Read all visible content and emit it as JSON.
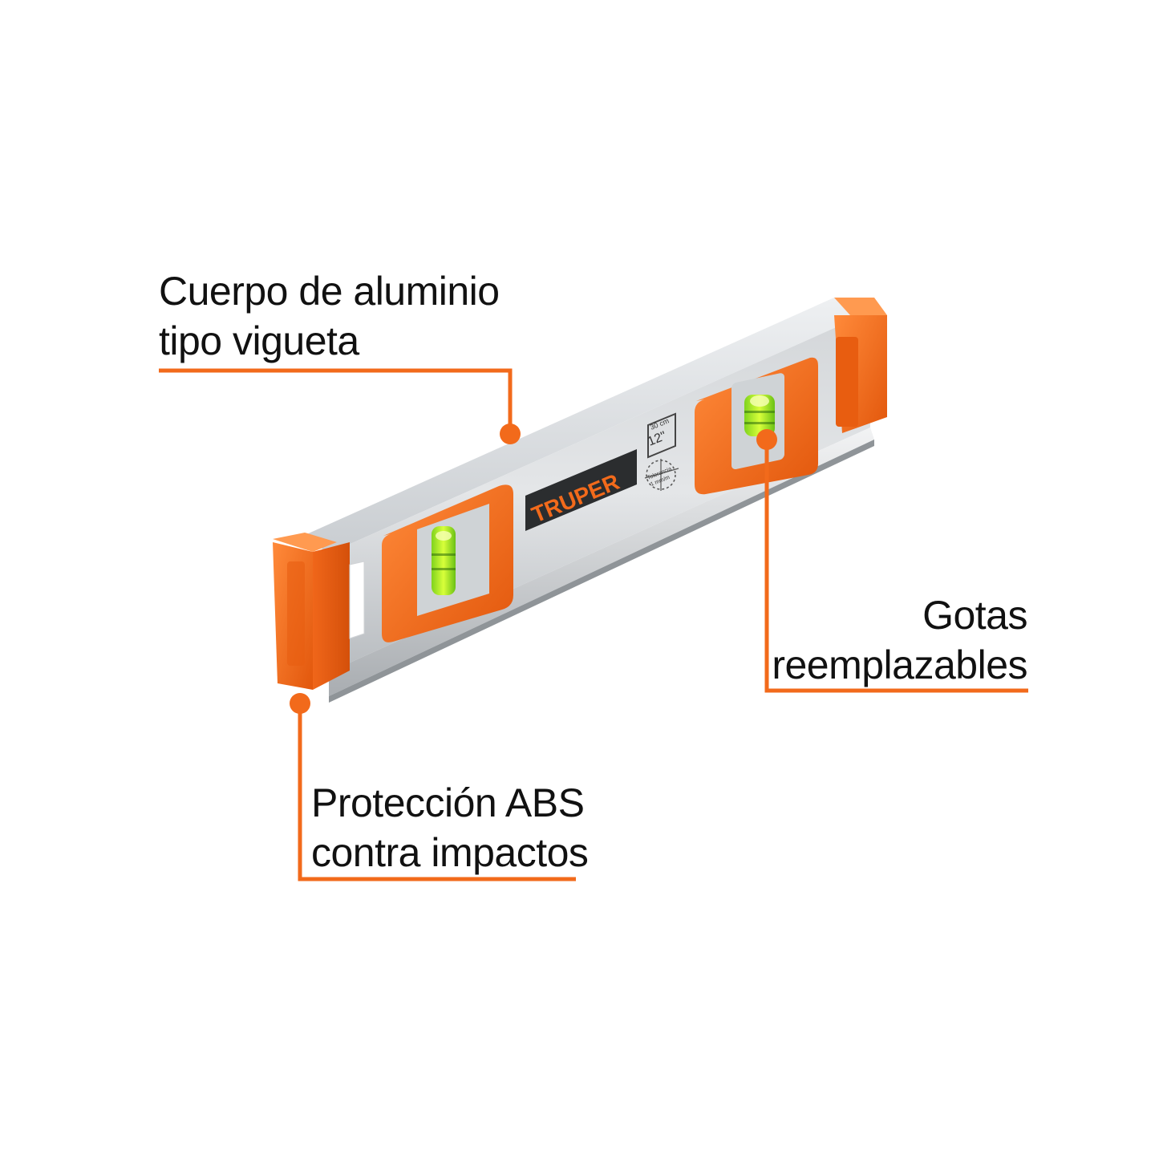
{
  "accent_color": "#f26a1b",
  "callouts": {
    "body": {
      "line1": "Cuerpo de aluminio",
      "line2": "tipo vigueta"
    },
    "drops": {
      "line1": "Gotas",
      "line2": "reemplazables"
    },
    "abs": {
      "line1": "Protección ABS",
      "line2": "contra impactos"
    }
  },
  "product": {
    "brand": "TRUPER",
    "size_metric": "30 cm",
    "size_imperial": "12\"",
    "tolerance_line1": "Tolerancia",
    "tolerance_line2": "1 mm/m"
  }
}
